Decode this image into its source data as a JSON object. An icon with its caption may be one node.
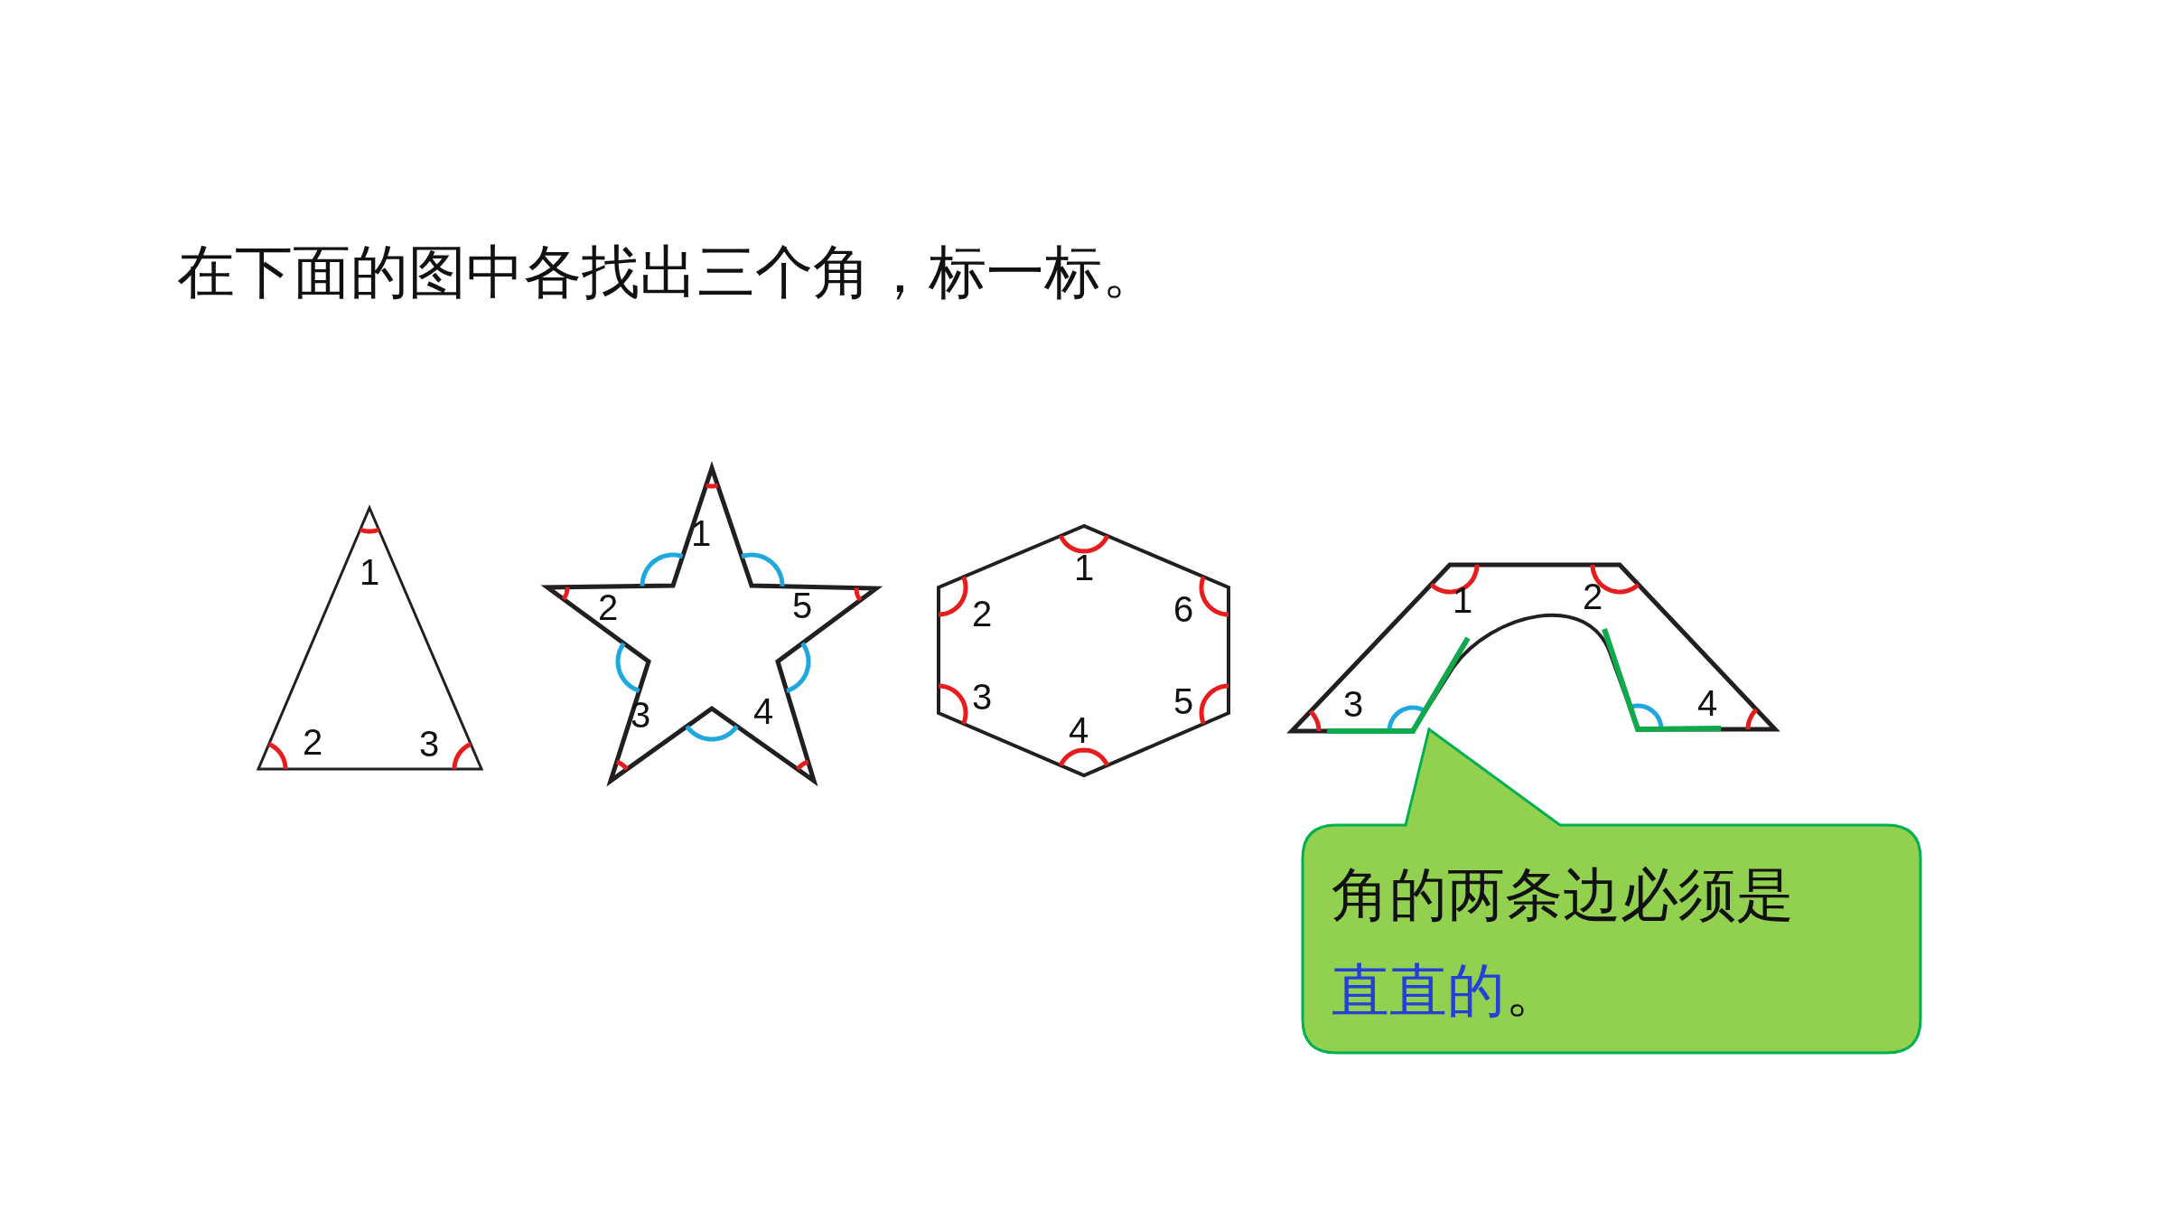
{
  "diagram": {
    "title": "在下面的图中各找出三个角，标一标。",
    "nodes": [
      {
        "text": [
          "1",
          "2",
          "3"
        ]
      },
      {
        "text": [
          "1",
          "2",
          "5",
          "3",
          "4"
        ]
      },
      {
        "text": [
          "1",
          "2",
          "6",
          "3",
          "5",
          "4"
        ]
      },
      {
        "text": [
          "1",
          "2",
          "3",
          "4"
        ]
      },
      {
        "text": [
          "角的两条边必须是**直直的**。"
        ]
      }
    ]
  }
}
